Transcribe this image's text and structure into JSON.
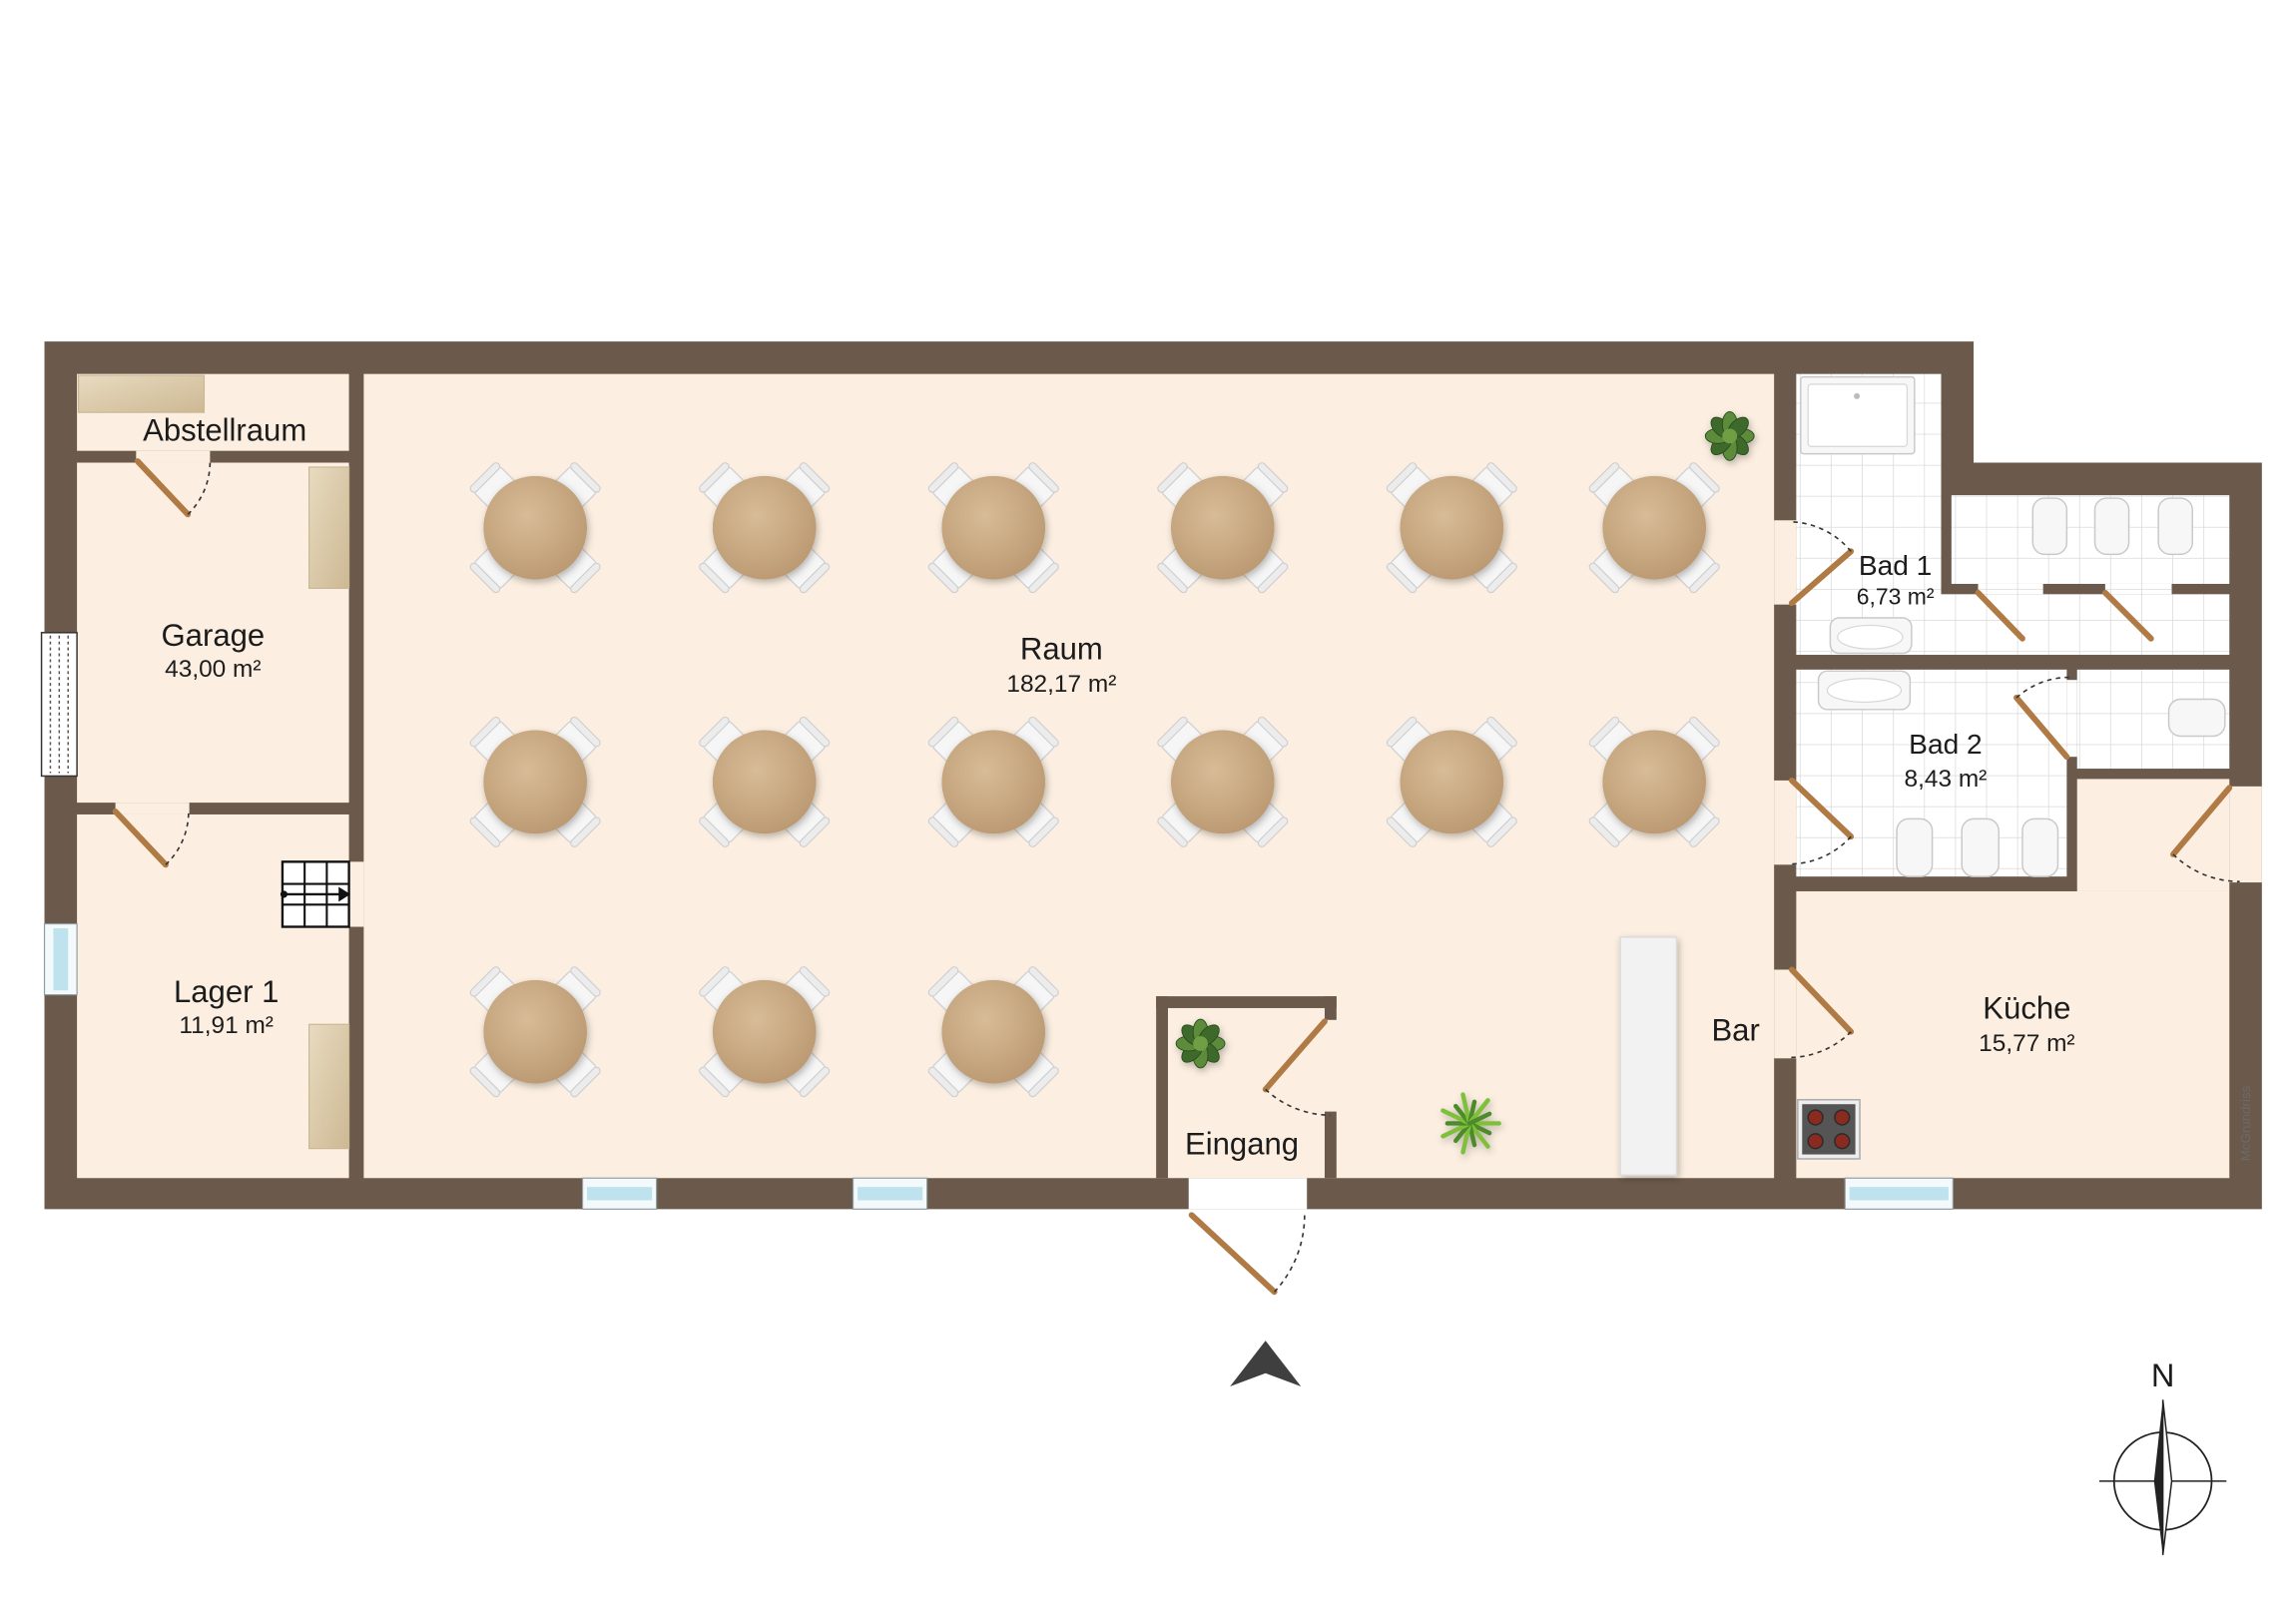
{
  "plan": {
    "rooms": [
      {
        "name": "Abstellraum"
      },
      {
        "name": "Garage",
        "area": "43,00 m²"
      },
      {
        "name": "Lager 1",
        "area": "11,91 m²"
      },
      {
        "name": "Raum",
        "area": "182,17 m²"
      },
      {
        "name": "Eingang"
      },
      {
        "name": "Bar"
      },
      {
        "name": "Bad 1",
        "area": "6,73 m²"
      },
      {
        "name": "Bad 2",
        "area": "8,43 m²"
      },
      {
        "name": "Küche",
        "area": "15,77 m²"
      }
    ],
    "watermark": "McGrundriss",
    "compass": {
      "north_label": "N",
      "icon": "north-arrow-icon"
    },
    "entrance_marker": "arrow-up-icon"
  },
  "colors": {
    "wall": "#6b5a4b",
    "floor": "#fcefe1",
    "table": "#b8966e",
    "door": "#b07a45"
  }
}
